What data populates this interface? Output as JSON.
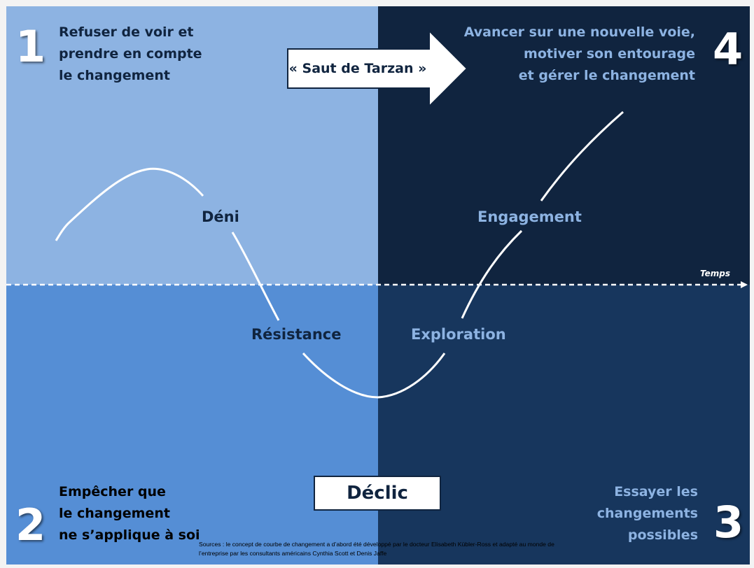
{
  "quadrants": [
    {
      "number": "1",
      "lines": [
        "Refuser de voir et",
        "prendre en compte",
        "le changement"
      ],
      "color": "#8db3e2"
    },
    {
      "number": "2",
      "lines": [
        "Empêcher que",
        "le changement",
        "ne s’applique à soi"
      ],
      "color": "#558ed5"
    },
    {
      "number": "3",
      "lines": [
        "Essayer les",
        "changements",
        "possibles"
      ],
      "color": "#17365d"
    },
    {
      "number": "4",
      "lines": [
        "Avancer sur une nouvelle voie,",
        "motiver son entourage",
        "et gérer le changement"
      ],
      "color": "#10243f"
    }
  ],
  "stages": {
    "deni": "Déni",
    "resistance": "Résistance",
    "exploration": "Exploration",
    "engagement": "Engagement"
  },
  "tarzan": "« Saut de Tarzan »",
  "declic": "Déclic",
  "axis_label": "Temps",
  "sources": "Sources : le concept de courbe de changement a d’abord été développé par le docteur Elisabeth Kübler-Ross et adapté au monde de l’entreprise par les consultants américains Cynthia Scott et Denis Jaffe"
}
